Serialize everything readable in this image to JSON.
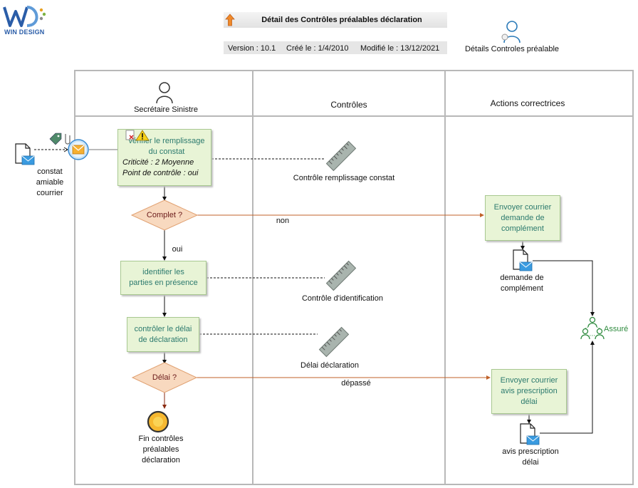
{
  "logo": {
    "text": "WIN DESIGN"
  },
  "header": {
    "title": "Détail des Contrôles préalables déclaration",
    "version": "Version : 10.1",
    "created": "Créé le : 1/4/2010",
    "modified": "Modifié le : 13/12/2021",
    "details_label": "Détails Controles préalable"
  },
  "lanes": {
    "lane1": "Secrétaire Sinistre",
    "lane2": "Contrôles",
    "lane3": "Actions correctrices"
  },
  "start_document": {
    "line1": "constat",
    "line2": "amiable",
    "line3": "courrier"
  },
  "tasks": {
    "verify": {
      "line1": "vérifier le remplissage",
      "line2": "du constat",
      "criticality": "Criticité : 2 Moyenne",
      "checkpoint": "Point de contrôle : oui"
    },
    "identify": {
      "line1": "identifier les",
      "line2": "parties en présence"
    },
    "check_delay": {
      "line1": "contrôler le délai",
      "line2": "de déclaration"
    },
    "send_complement": {
      "line1": "Envoyer courrier",
      "line2": "demande de",
      "line3": "complément"
    },
    "send_prescription": {
      "line1": "Envoyer courrier",
      "line2": "avis prescription",
      "line3": "délai"
    }
  },
  "gateways": {
    "complete": "Complet ?",
    "delay": "Délai ?"
  },
  "flow_labels": {
    "no": "non",
    "yes": "oui",
    "exceeded": "dépassé"
  },
  "controls": {
    "c1": "Contrôle remplissage constat",
    "c2": "Contrôle d'identification",
    "c3": "Délai déclaration"
  },
  "documents": {
    "complement": {
      "line1": "demande de",
      "line2": "complément"
    },
    "prescription": {
      "line1": "avis prescription",
      "line2": "délai"
    }
  },
  "actor": {
    "label": "Assuré"
  },
  "end_event": {
    "line1": "Fin contrôles",
    "line2": "préalables",
    "line3": "déclaration"
  },
  "colors": {
    "task_fill": "#e8f4d6",
    "task_text": "#2c7a6e",
    "gateway_fill": "#f8d9bf",
    "flow_orange": "#c0622a",
    "actor_green": "#2e8b3e"
  }
}
